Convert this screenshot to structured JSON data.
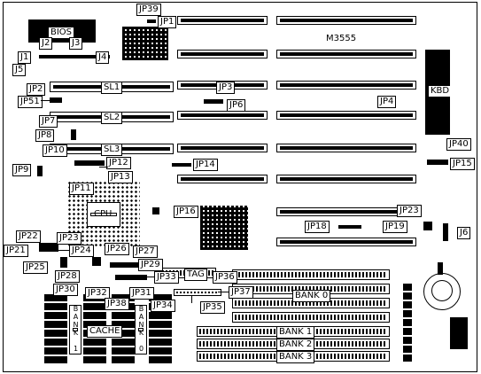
{
  "labels": {
    "bios": "BIOS",
    "board": "M3555",
    "kbd": "KBD",
    "cpu": "CPU",
    "tag": "TAG",
    "cache": "CACHE",
    "sl1": "SL1",
    "sl2": "SL2",
    "sl3": "SL3",
    "bank0_v": "BANK 0",
    "bank1_v": "BANK 1",
    "bank0_h": "BANK 0",
    "bank1_h": "BANK 1",
    "bank2_h": "BANK 2",
    "bank3_h": "BANK 3"
  },
  "jumpers": {
    "jp1": "JP1",
    "jp2": "JP2",
    "jp3": "JP3",
    "jp4": "JP4",
    "jp5": "J5",
    "j1": "J1",
    "j2": "J2",
    "j3": "J3",
    "j4": "J4",
    "j6": "J6",
    "jp6": "JP6",
    "jp7": "JP7",
    "jp8": "JP8",
    "jp9": "JP9",
    "jp10": "JP10",
    "jp11": "JP11",
    "jp12": "JP12",
    "jp13": "JP13",
    "jp14": "JP14",
    "jp15": "JP15",
    "jp16": "JP16",
    "jp18": "JP18",
    "jp19": "JP19",
    "jp21": "JP21",
    "jp22": "JP22",
    "jp23a": "JP23",
    "jp23b": "JP23",
    "jp24": "JP24",
    "jp25": "JP25",
    "jp26": "JP26",
    "jp27": "JP27",
    "jp28": "JP28",
    "jp29": "JP29",
    "jp30": "JP30",
    "jp31": "JP31",
    "jp32": "JP32",
    "jp33": "JP33",
    "jp34": "JP34",
    "jp35": "JP35",
    "jp36": "JP36",
    "jp37": "JP37",
    "jp38": "JP38",
    "jp39": "JP39",
    "jp40": "JP40",
    "jp51": "JP51"
  }
}
